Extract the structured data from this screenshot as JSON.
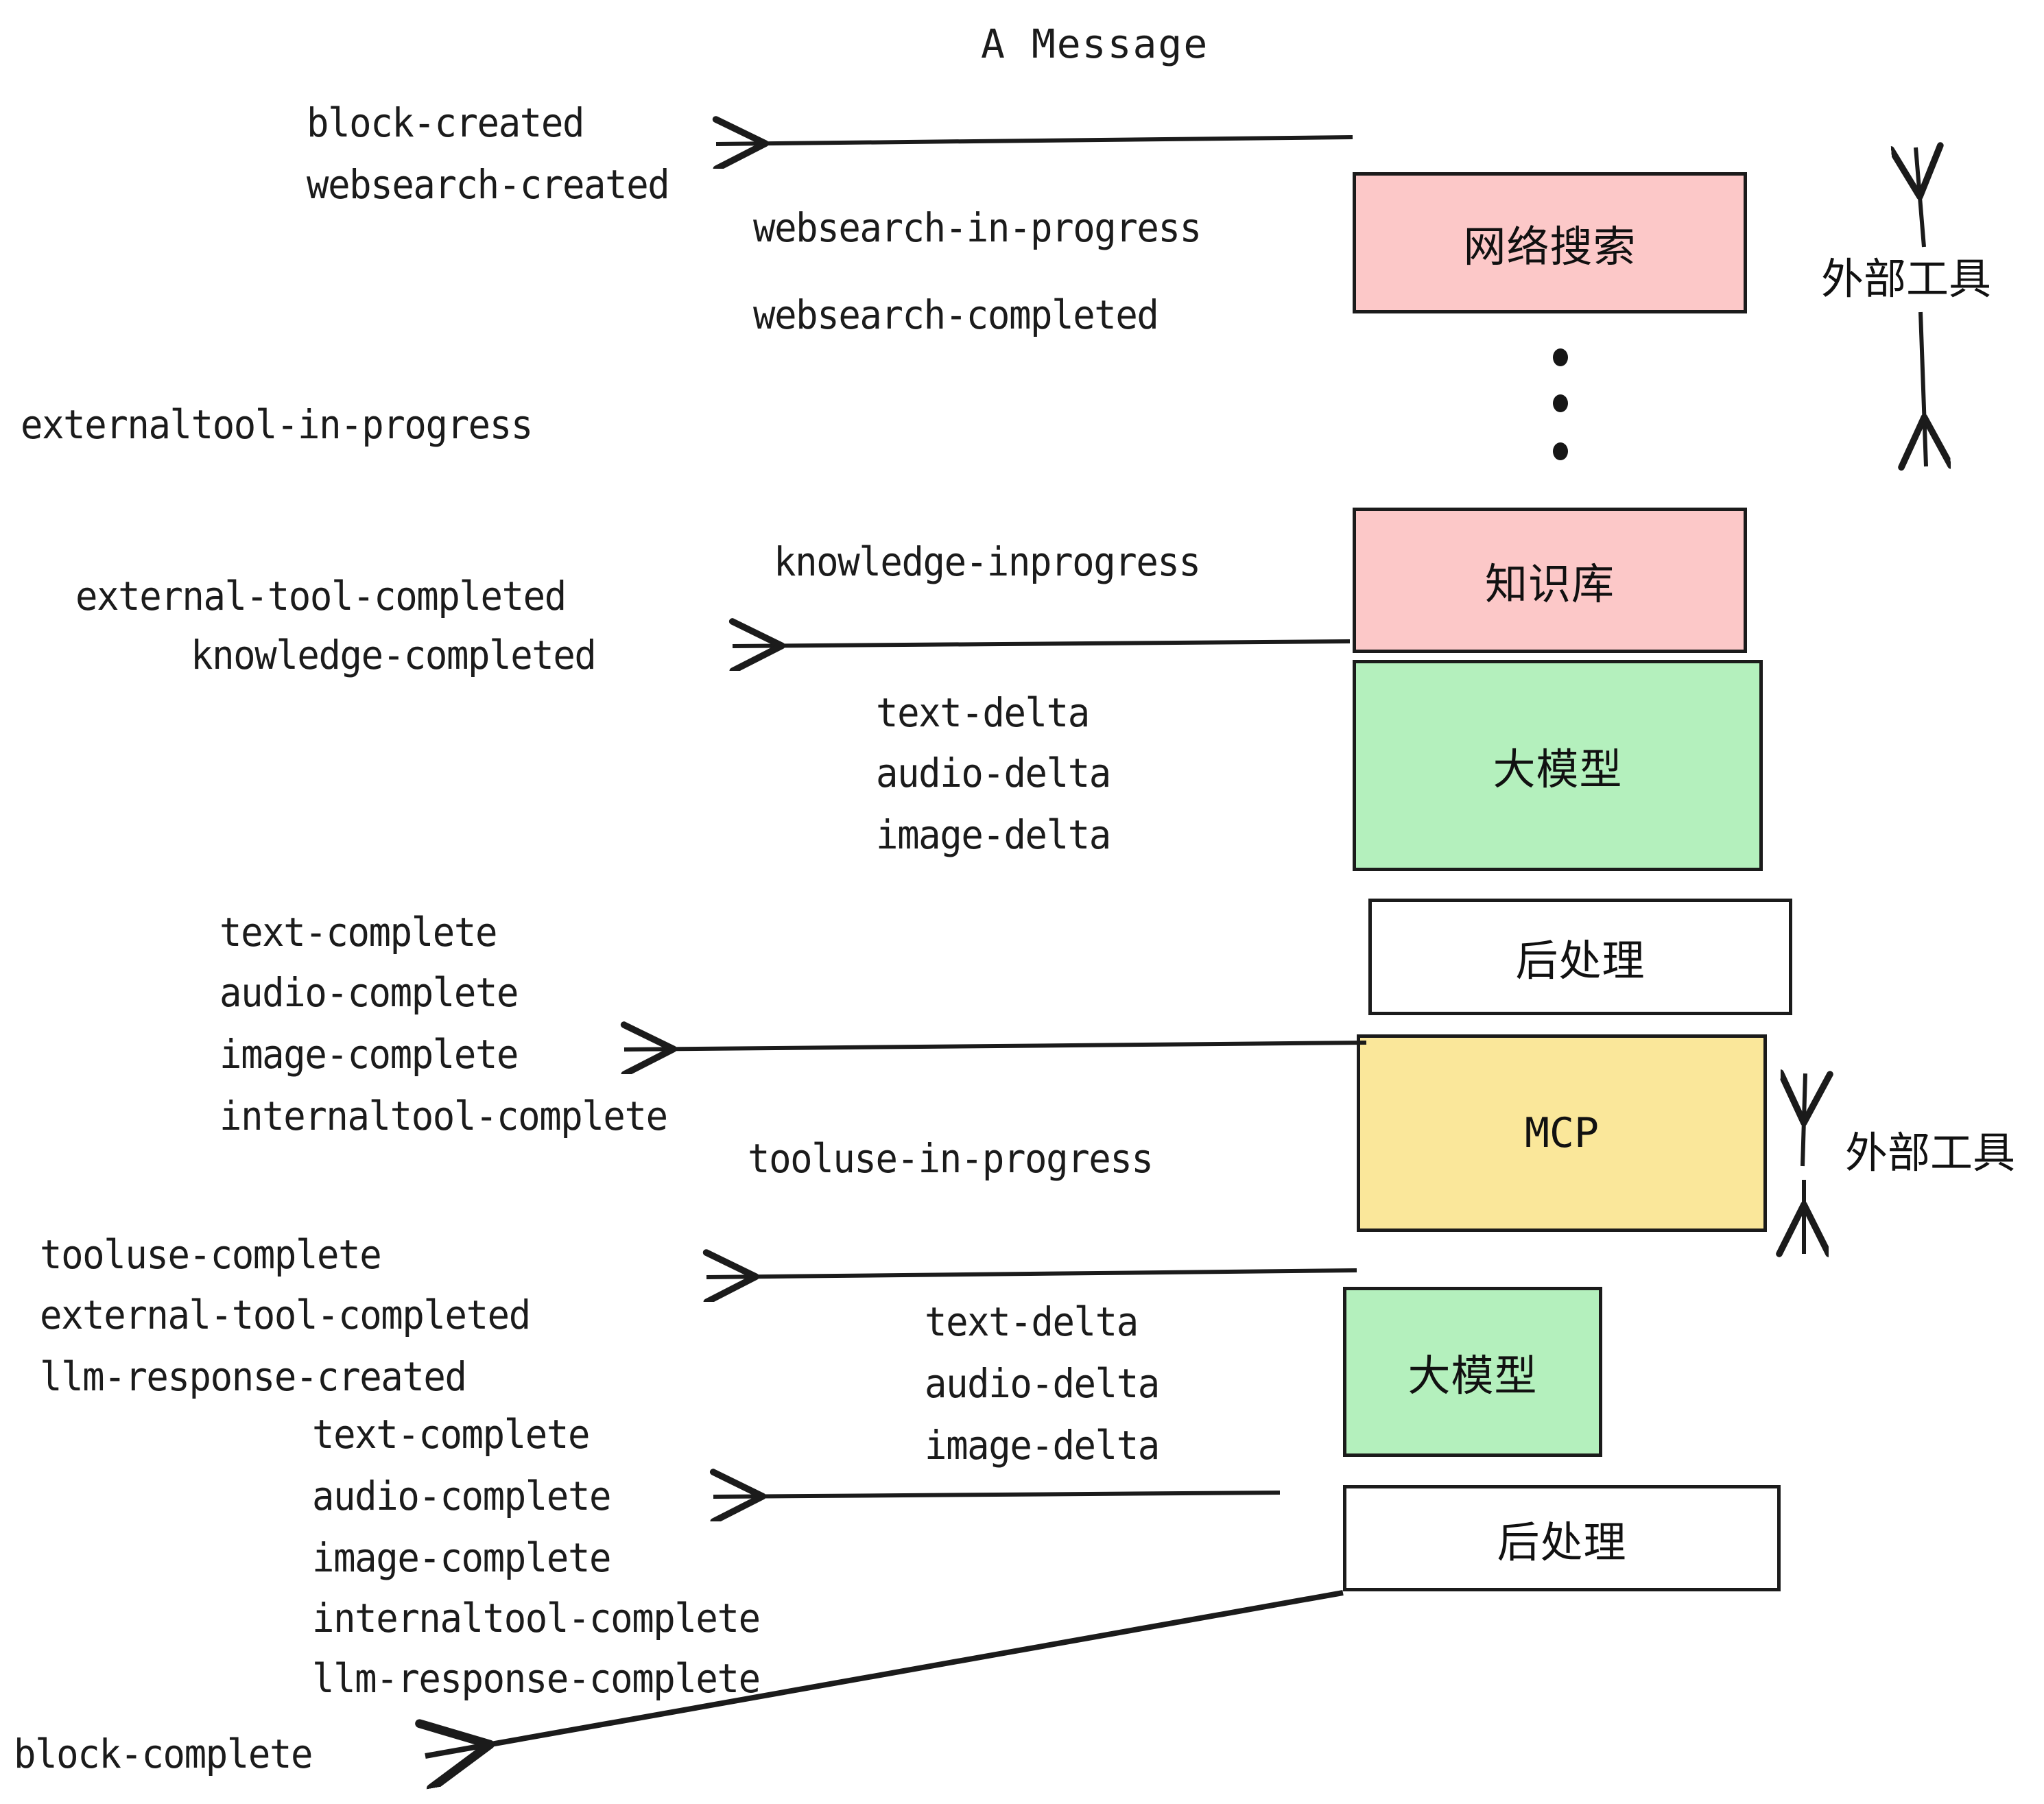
{
  "title": "A Message",
  "colors": {
    "pink": "#fcc8c8",
    "green": "#b4f0bd",
    "yellow": "#fae79a",
    "white": "#ffffff",
    "stroke": "#1b1b1b",
    "text": "#1b1b1b"
  },
  "nodes": [
    {
      "id": "websearch",
      "label": "网络搜索",
      "fill": "pink"
    },
    {
      "id": "knowledge",
      "label": "知识库",
      "fill": "pink"
    },
    {
      "id": "llm1",
      "label": "大模型",
      "fill": "green"
    },
    {
      "id": "post1",
      "label": "后处理",
      "fill": "white"
    },
    {
      "id": "mcp",
      "label": "MCP",
      "fill": "yellow"
    },
    {
      "id": "llm2",
      "label": "大模型",
      "fill": "green"
    },
    {
      "id": "post2",
      "label": "后处理",
      "fill": "white"
    }
  ],
  "side_labels": [
    {
      "id": "external-tools-top",
      "label": "外部工具"
    },
    {
      "id": "external-tools-bottom",
      "label": "外部工具"
    }
  ],
  "events": [
    {
      "id": "block-created",
      "label": "block-created"
    },
    {
      "id": "websearch-created",
      "label": "websearch-created"
    },
    {
      "id": "websearch-in-progress",
      "label": "websearch-in-progress"
    },
    {
      "id": "websearch-completed",
      "label": "websearch-completed"
    },
    {
      "id": "externaltool-in-progress",
      "label": "externaltool-in-progress"
    },
    {
      "id": "knowledge-inprogress",
      "label": "knowledge-inprogress"
    },
    {
      "id": "external-tool-completed-1",
      "label": "external-tool-completed"
    },
    {
      "id": "knowledge-completed",
      "label": "knowledge-completed"
    },
    {
      "id": "text-delta-1",
      "label": "text-delta"
    },
    {
      "id": "audio-delta-1",
      "label": "audio-delta"
    },
    {
      "id": "image-delta-1",
      "label": "image-delta"
    },
    {
      "id": "text-complete-1",
      "label": "text-complete"
    },
    {
      "id": "audio-complete-1",
      "label": "audio-complete"
    },
    {
      "id": "image-complete-1",
      "label": "image-complete"
    },
    {
      "id": "internaltool-complete-1",
      "label": "internaltool-complete"
    },
    {
      "id": "tooluse-in-progress",
      "label": "tooluse-in-progress"
    },
    {
      "id": "tooluse-complete",
      "label": "tooluse-complete"
    },
    {
      "id": "external-tool-completed-2",
      "label": "external-tool-completed"
    },
    {
      "id": "llm-response-created",
      "label": "llm-response-created"
    },
    {
      "id": "text-delta-2",
      "label": "text-delta"
    },
    {
      "id": "audio-delta-2",
      "label": "audio-delta"
    },
    {
      "id": "image-delta-2",
      "label": "image-delta"
    },
    {
      "id": "text-complete-2",
      "label": "text-complete"
    },
    {
      "id": "audio-complete-2",
      "label": "audio-complete"
    },
    {
      "id": "image-complete-2",
      "label": "image-complete"
    },
    {
      "id": "internaltool-complete-2",
      "label": "internaltool-complete"
    },
    {
      "id": "llm-response-complete",
      "label": "llm-response-complete"
    },
    {
      "id": "block-complete",
      "label": "block-complete"
    }
  ]
}
